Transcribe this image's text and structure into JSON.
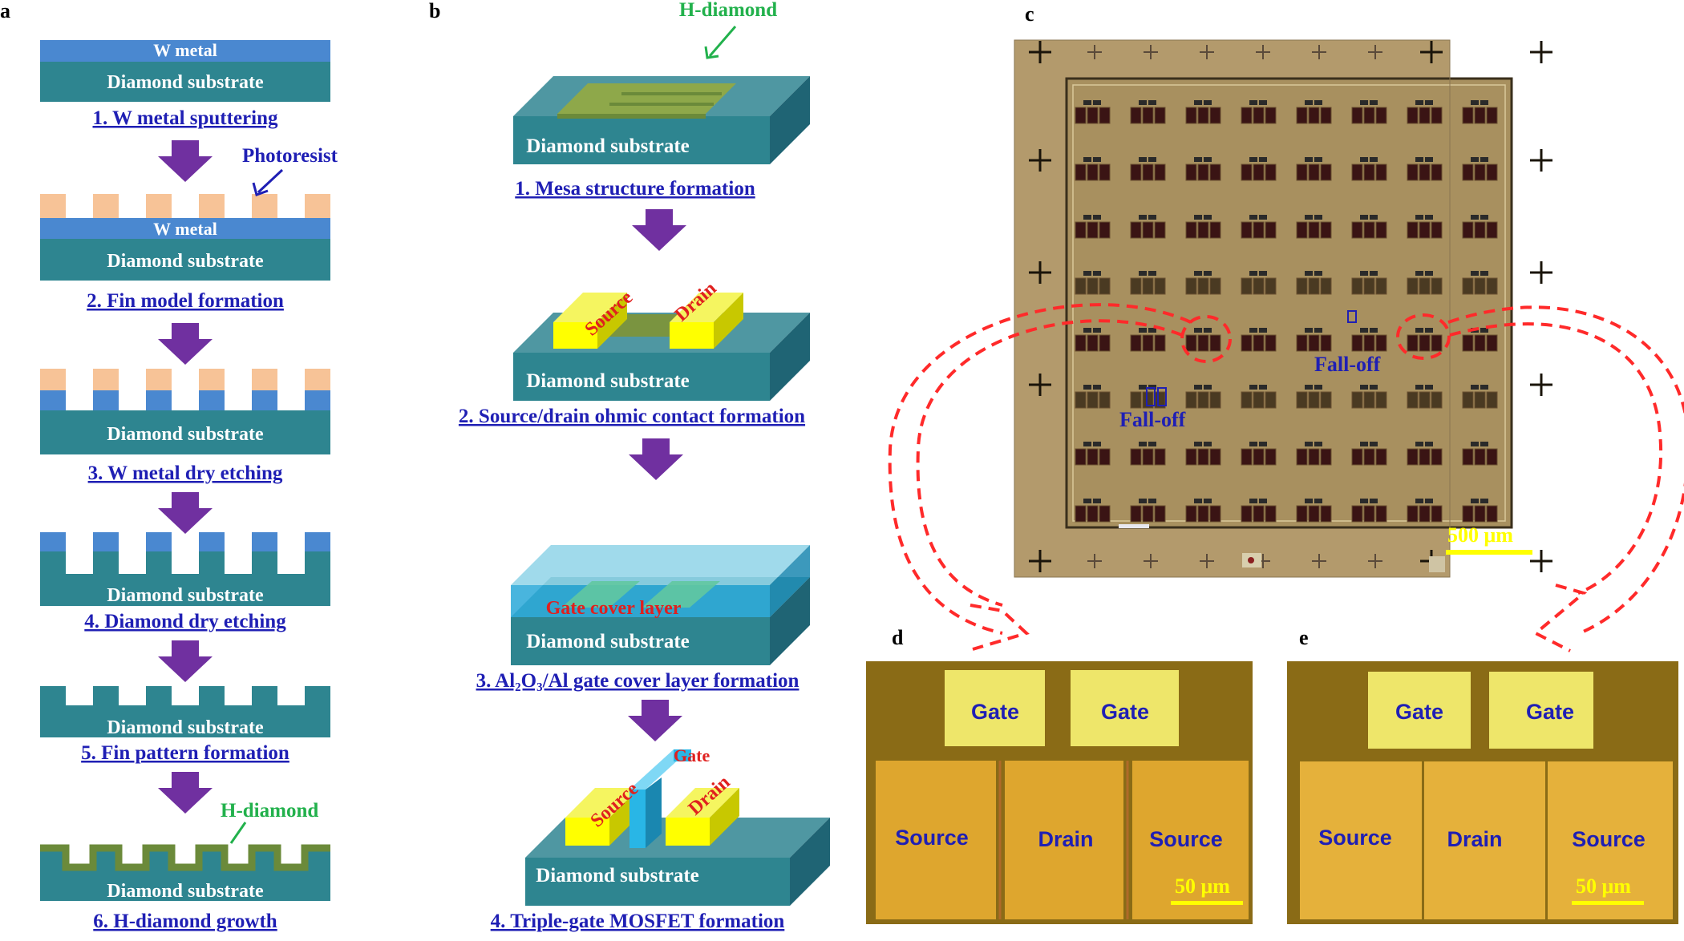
{
  "panels": {
    "a": "a",
    "b": "b",
    "c": "c",
    "d": "d",
    "e": "e"
  },
  "common": {
    "diamond_substrate": "Diamond  substrate",
    "w_metal": "W metal",
    "photoresist": "Photoresist",
    "h_diamond": "H-diamond",
    "source": "Source",
    "drain": "Drain",
    "gate": "Gate",
    "gate_cover_layer": "Gate cover layer"
  },
  "panel_a": {
    "steps": [
      "1. W metal sputtering ",
      "2. Fin model formation",
      "3. W metal dry etching",
      "4. Diamond dry etching",
      "5. Fin pattern formation",
      "6. H-diamond  growth"
    ]
  },
  "panel_b": {
    "steps": [
      "1. Mesa structure formation",
      "2. Source/drain ohmic contact formation",
      "3. Al₂O₃/Al gate cover layer formation",
      "4. Triple-gate  MOSFET  formation "
    ]
  },
  "panel_c": {
    "fall_off_1": "Fall-off",
    "fall_off_2": "Fall-off",
    "scale_bar": "500 μm"
  },
  "panel_d": {
    "scale_bar": "50 μm"
  },
  "panel_e": {
    "scale_bar": "50 μm"
  },
  "colors": {
    "substrate": "#2e8590",
    "w_metal": "#4a88d0",
    "photoresist": "#f7c397",
    "arrow": "#7030a0",
    "h_diamond": "#22b14c",
    "step_text": "#1f1fb4",
    "contact": "#ffff00",
    "contact_text": "#e0201e",
    "circle": "#ff2a2a"
  }
}
